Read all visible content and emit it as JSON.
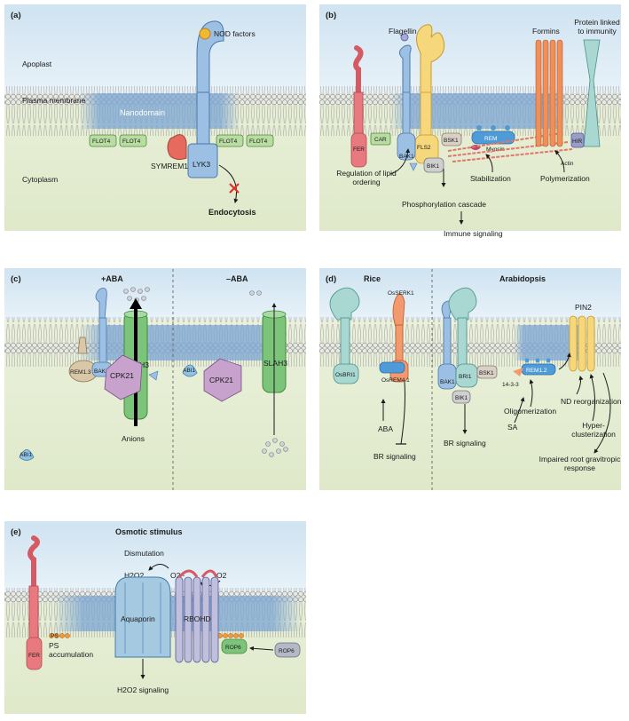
{
  "colors": {
    "apoplast": "#dcebf5",
    "cytoplasm": "#e8f0d8",
    "membrane_blue": "#9ec1e0",
    "lipid_head": "#e6e6e6",
    "receptor_blue": "#9cc0e3",
    "green_protein": "#7cc47a",
    "purple_protein": "#c7a2cd",
    "orange_protein": "#f29a6e",
    "red_protein": "#e8797f",
    "yellow_protein": "#f6d77b",
    "teal_protein": "#a9d8d2"
  },
  "a": {
    "label": "(a)",
    "apoplast": "Apoplast",
    "plasma_membrane": "Plasma membrane",
    "nanodomain": "Nanodomain",
    "cytoplasm": "Cytoplasm",
    "nod_factors": "NOD factors",
    "flot4": "FLOT4",
    "symrem1": "SYMREM1",
    "lyk3": "LYK3",
    "endocytosis": "Endocytosis"
  },
  "b": {
    "label": "(b)",
    "flagellin": "Flagellin",
    "formins": "Formins",
    "protein_immunity": "Protein linked to immunity",
    "fer": "FER",
    "car": "CAR",
    "fls2": "FLS2",
    "bak1": "BAK1",
    "bik1": "BIK1",
    "bsk1": "BSK1",
    "rem": "REM",
    "myosin": "Myosin",
    "hir": "HIR",
    "actin": "Actin",
    "regulation": "Regulation of lipid ordering",
    "stabilization": "Stabilization",
    "polymerization": "Polymerization",
    "phospho": "Phosphorylation cascade",
    "immune": "Immune signaling"
  },
  "c": {
    "label": "(c)",
    "plus_aba": "+ABA",
    "minus_aba": "–ABA",
    "slah3": "SLAH3",
    "rem13": "REM1.3",
    "bak1": "BAK1",
    "cpk21": "CPK21",
    "abi1": "ABI1",
    "anions": "Anions"
  },
  "d": {
    "label": "(d)",
    "rice": "Rice",
    "arabidopsis": "Arabidopsis",
    "osserk1": "OsSERK1",
    "osbri1": "OsBRI1",
    "osrem41": "OsREM4.1",
    "aba": "ABA",
    "br_signaling": "BR signaling",
    "bak1": "BAK1",
    "bri1": "BRI1",
    "bik1": "BIK1",
    "bsk1": "BSK1",
    "rem12": "REM1.2",
    "p1433": "14-3-3",
    "pin2": "PIN2",
    "oligomerization": "Oligomerization",
    "sa": "SA",
    "nd_reorg": "ND reorganization",
    "hyper": "Hyper-clusterization",
    "impaired": "Impaired root gravitropic response"
  },
  "e": {
    "label": "(e)",
    "title": "Osmotic stimulus",
    "dismutation": "Dismutation",
    "h2o2": "H2O2",
    "o2minus": "O2−",
    "o2": "O2",
    "aquaporin": "Aquaporin",
    "rbohd": "RBOHD",
    "fer": "FER",
    "ps": "PS",
    "ps_accum": "PS accumulation",
    "rop6": "ROP6",
    "h2o2_signal": "H2O2 signaling"
  }
}
